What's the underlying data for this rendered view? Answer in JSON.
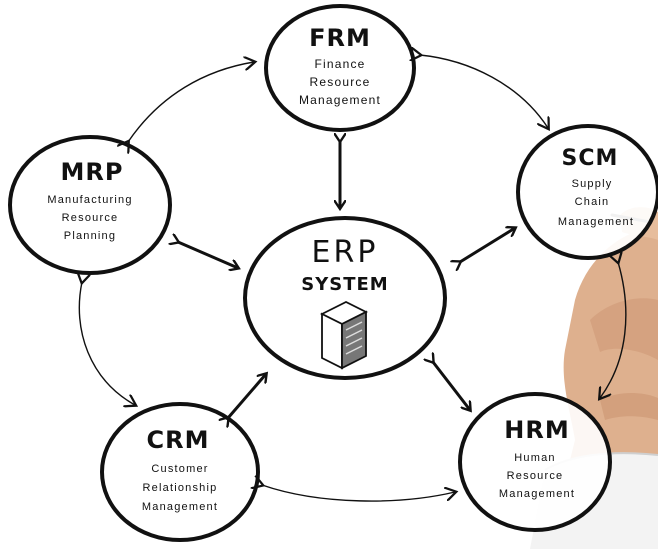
{
  "diagram": {
    "center": {
      "title": "ERP",
      "subtitle": "SYSTEM"
    },
    "nodes": {
      "frm": {
        "abbr": "FRM",
        "lines": [
          "Finance",
          "Resource",
          "Management"
        ]
      },
      "mrp": {
        "abbr": "MRP",
        "lines": [
          "Manufacturing",
          "Resource",
          "Planning"
        ]
      },
      "scm": {
        "abbr": "SCM",
        "lines": [
          "Supply",
          "Chain",
          "Management"
        ]
      },
      "crm": {
        "abbr": "CRM",
        "lines": [
          "Customer",
          "Relationship",
          "Management"
        ]
      },
      "hrm": {
        "abbr": "HRM",
        "lines": [
          "Human",
          "Resource",
          "Management"
        ]
      }
    },
    "server_icon": "server-icon",
    "ink_color": "#111111",
    "skin_color": "#e0b08d",
    "sleeve_color": "#f2f2f2"
  }
}
